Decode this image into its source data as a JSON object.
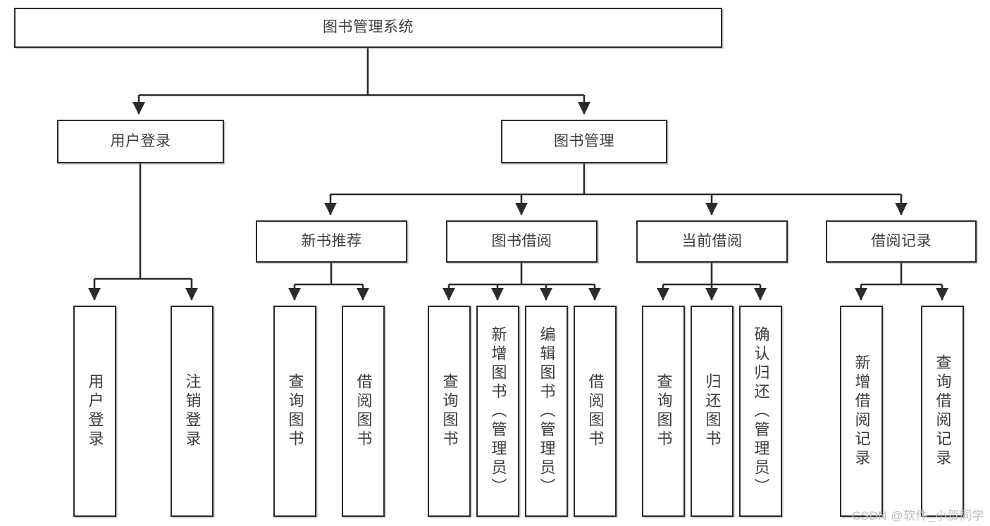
{
  "diagram": {
    "title": "图书管理系统",
    "type": "tree-hierarchy",
    "orientation": "top-down",
    "watermark": "CSDN @软件_小贺同学",
    "colors": {
      "box_border": "#2b2b2b",
      "box_fill": "#ffffff",
      "text": "#3c3c3c",
      "connector": "#2b2b2b",
      "watermark": "#bdbdbd",
      "background": "#ffffff"
    }
  },
  "nodes": {
    "root": {
      "label": "图书管理系统"
    },
    "level2": [
      {
        "label": "用户登录"
      },
      {
        "label": "图书管理"
      }
    ],
    "level3": [
      {
        "label": "新书推荐"
      },
      {
        "label": "图书借阅"
      },
      {
        "label": "当前借阅"
      },
      {
        "label": "借阅记录"
      }
    ],
    "leaves": [
      {
        "label": "用户登录"
      },
      {
        "label": "注销登录"
      },
      {
        "label": "查询图书"
      },
      {
        "label": "借阅图书"
      },
      {
        "label": "查询图书"
      },
      {
        "label": "新增图书（管理员）"
      },
      {
        "label": "编辑图书（管理员）"
      },
      {
        "label": "借阅图书"
      },
      {
        "label": "查询图书"
      },
      {
        "label": "归还图书"
      },
      {
        "label": "确认归还（管理员）"
      },
      {
        "label": "新增借阅记录"
      },
      {
        "label": "查询借阅记录"
      }
    ]
  }
}
